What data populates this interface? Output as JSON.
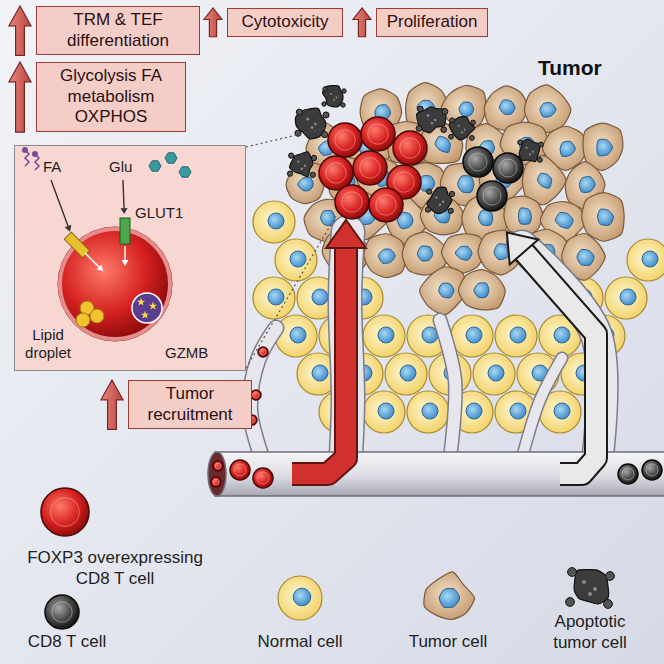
{
  "diagram": {
    "nodes": [
      {
        "text": [
          "TRM & TEF differentiation"
        ]
      },
      {
        "text": [
          "Cytotoxicity"
        ]
      },
      {
        "text": [
          "Proliferation"
        ]
      },
      {
        "text": [
          "Glycolysis FA metabolism OXPHOS"
        ]
      },
      {
        "text": [
          "FA",
          "Glu",
          "GLUT1",
          "Lipid droplet",
          "GZMB"
        ]
      },
      {
        "text": [
          "Tumor recruitment"
        ]
      }
    ],
    "labels": [
      "Tumor"
    ],
    "legend": [
      {
        "text": "FOXP3 overexpressing CD8 T cell"
      },
      {
        "text": "CD8 T cell"
      },
      {
        "text": "Normal cell"
      },
      {
        "text": "Tumor cell"
      },
      {
        "text": "Apoptotic tumor cell"
      }
    ]
  }
}
